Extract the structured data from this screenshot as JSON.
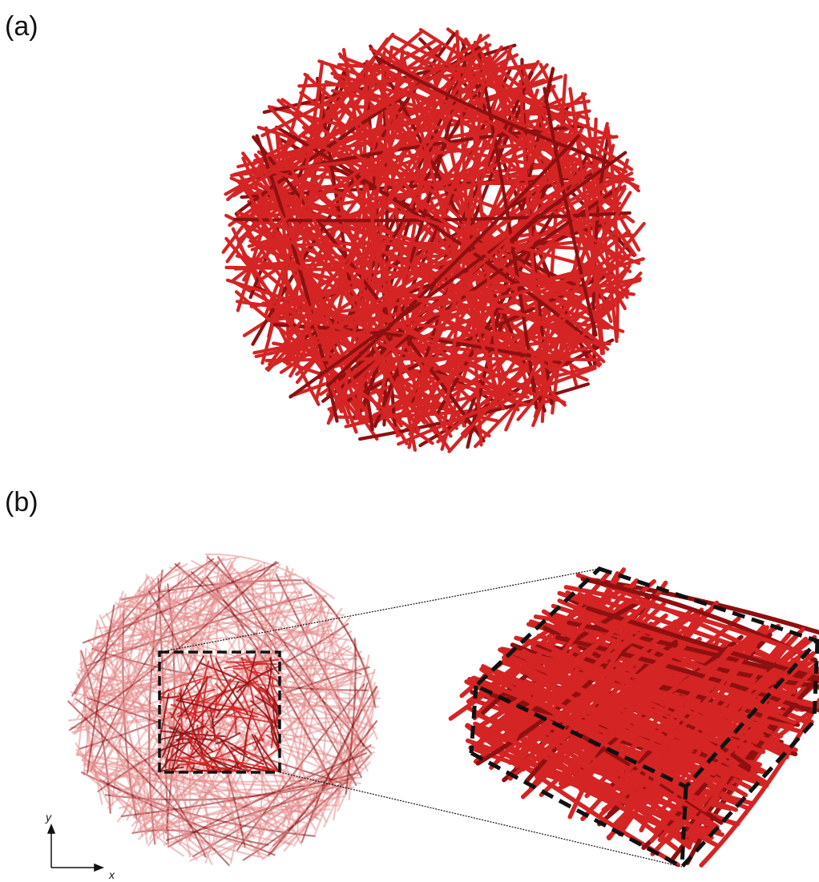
{
  "panels": {
    "a": {
      "label": "(a)"
    },
    "b": {
      "label": "(b)"
    }
  },
  "axes": {
    "x": "x",
    "y": "y"
  },
  "colors": {
    "fiber": "#d42424",
    "fiber_dark": "#8e1010",
    "fiber_faint": "#e58a8a",
    "box_dash": "#111111",
    "zoom_line": "#111111"
  }
}
